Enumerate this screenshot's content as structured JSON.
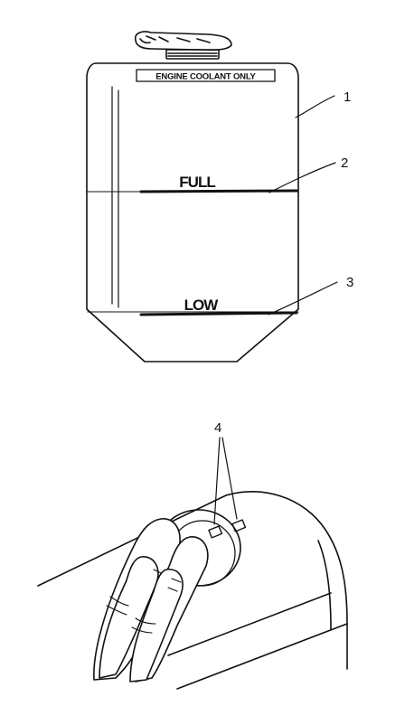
{
  "reservoir": {
    "tag_text": "ENGINE COOLANT ONLY",
    "full_mark": "FULL",
    "low_mark": "LOW"
  },
  "callouts": {
    "c1": "1",
    "c2": "2",
    "c3": "3",
    "c4": "4"
  },
  "colors": {
    "ink": "#111111",
    "paper": "#ffffff"
  }
}
